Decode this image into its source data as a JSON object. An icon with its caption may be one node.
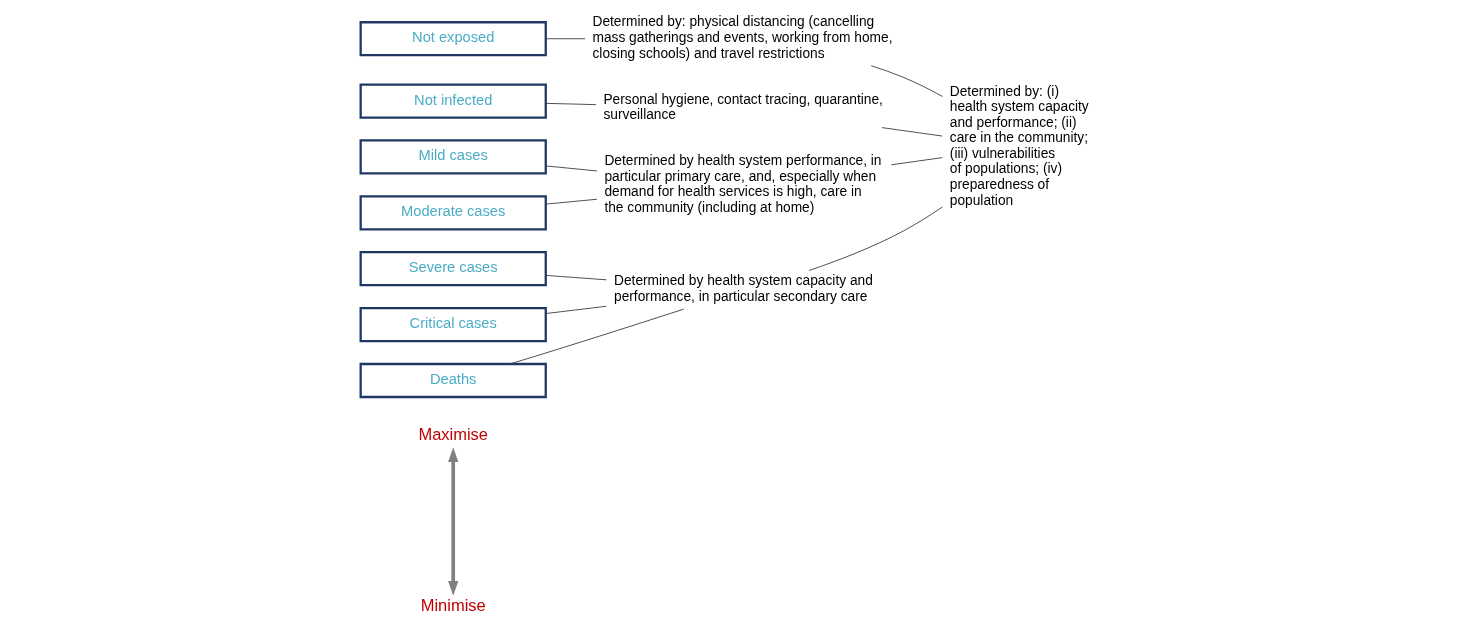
{
  "diagram": {
    "nodes": [
      {
        "text": [
          "Maximise"
        ]
      },
      {
        "text": [
          "Minimise"
        ]
      },
      {
        "text": [
          "Not exposed"
        ]
      },
      {
        "text": [
          "Not infected"
        ]
      },
      {
        "text": [
          "Mild cases"
        ]
      },
      {
        "text": [
          "Moderate cases"
        ]
      },
      {
        "text": [
          "Severe cases"
        ]
      },
      {
        "text": [
          "Critical cases"
        ]
      },
      {
        "text": [
          "Deaths"
        ]
      },
      {
        "text": [
          "Determined by: physical distancing (cancelling mass gatherings and events, working from home, closing schools) and travel restrictions"
        ]
      },
      {
        "text": [
          "Personal hygiene, contact tracing, quarantine, surveillance"
        ]
      },
      {
        "text": [
          "Determined by health system performance, in particular primary care, and, especially when demand for health services is high, care in the community (including at home)"
        ]
      },
      {
        "text": [
          "Determined by health system capacity and performance, in particular secondary care"
        ]
      },
      {
        "text": [
          "Determined by: (i) health system capacity and performance; (ii) care in the community; (iii) vulnerabilities of populations; (iv) preparedness of population"
        ]
      }
    ],
    "edges": [
      {
        "from": 0,
        "to": 1,
        "arrow": "both",
        "style": "thick",
        "color": "#808080"
      },
      {
        "from": 2,
        "to": 9,
        "arrow": "none"
      },
      {
        "from": 3,
        "to": 10,
        "arrow": "none"
      },
      {
        "from": 4,
        "to": 11,
        "arrow": "none"
      },
      {
        "from": 5,
        "to": 11,
        "arrow": "none"
      },
      {
        "from": 6,
        "to": 12,
        "arrow": "none"
      },
      {
        "from": 7,
        "to": 12,
        "arrow": "none"
      },
      {
        "from": 8,
        "to": 12,
        "arrow": "none"
      },
      {
        "from": 9,
        "to": 13,
        "arrow": "none"
      },
      {
        "from": 10,
        "to": 13,
        "arrow": "none"
      },
      {
        "from": 11,
        "to": 13,
        "arrow": "none"
      },
      {
        "from": 12,
        "to": 13,
        "arrow": "none"
      }
    ]
  }
}
